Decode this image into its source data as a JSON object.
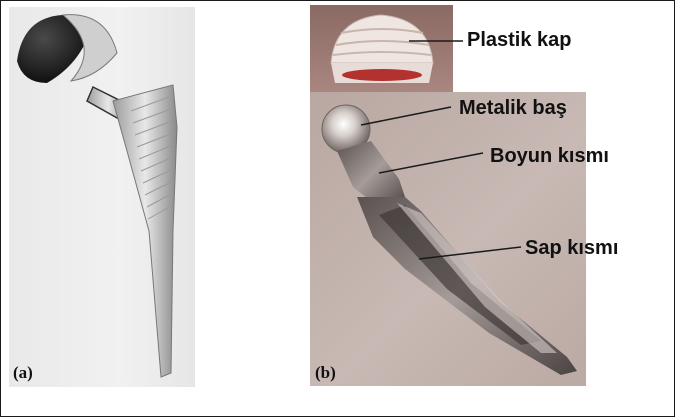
{
  "figure": {
    "panel_a_label": "(a)",
    "panel_b_label": "(b)",
    "labels": {
      "plastic_cap": "Plastik kap",
      "metal_head": "Metalik baş",
      "neck": "Boyun kısmı",
      "stem": "Sap kısmı"
    }
  }
}
